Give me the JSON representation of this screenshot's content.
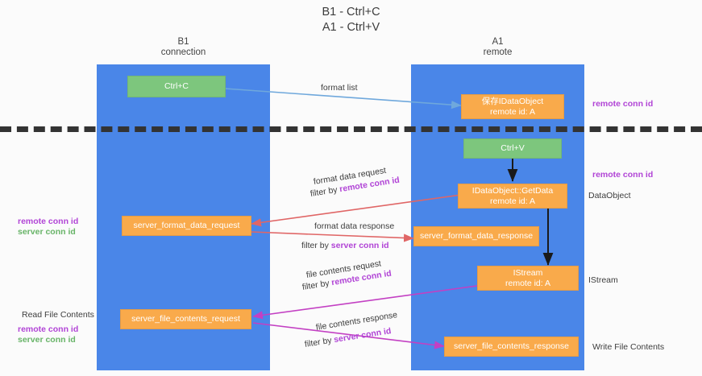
{
  "diagram": {
    "title_line1": "B1 - Ctrl+C",
    "title_line2": "A1 - Ctrl+V",
    "columns": [
      {
        "id": "b1",
        "name": "B1",
        "sub": "connection"
      },
      {
        "id": "a1",
        "name": "A1",
        "sub": "remote"
      }
    ],
    "colors": {
      "lane": "#4a86e8",
      "node_orange": "#f9aa4b",
      "node_green": "#7dc67d",
      "purple": "#b144d6",
      "green_text": "#68b468",
      "arrow_blue": "#6fa8dc",
      "arrow_red": "#e06666",
      "arrow_magenta": "#c340c3",
      "arrow_black": "#1a1a1a",
      "divider": "#333333",
      "background": "#fbfbfb"
    }
  },
  "nodes": [
    {
      "id": "ctrl-c",
      "kind": "green",
      "line1": "Ctrl+C",
      "line2": ""
    },
    {
      "id": "save-idataobject",
      "kind": "orange",
      "line1": "保存IDataObject",
      "line2": "remote id: A"
    },
    {
      "id": "ctrl-v",
      "kind": "green",
      "line1": "Ctrl+V",
      "line2": ""
    },
    {
      "id": "idataobject-getdata",
      "kind": "orange",
      "line1": "IDataObject::GetData",
      "line2": "remote id: A"
    },
    {
      "id": "server-format-data-request",
      "kind": "orange",
      "line1": "server_format_data_request",
      "line2": ""
    },
    {
      "id": "server-format-data-response",
      "kind": "orange",
      "line1": "server_format_data_response",
      "line2": ""
    },
    {
      "id": "istream",
      "kind": "orange",
      "line1": "IStream",
      "line2": "remote id: A"
    },
    {
      "id": "server-file-contents-request",
      "kind": "orange",
      "line1": "server_file_contents_request",
      "line2": ""
    },
    {
      "id": "server-file-contents-response",
      "kind": "orange",
      "line1": "server_file_contents_response",
      "line2": ""
    }
  ],
  "edge_labels": {
    "format_list": "format list",
    "format_data_request": "format data request",
    "filter_by_prefix": "filter by ",
    "remote_conn_id": "remote conn id",
    "server_conn_id": "server conn id",
    "format_data_response": "format data response",
    "file_contents_request": "file contents request",
    "file_contents_response": "file contents response"
  },
  "annotations": {
    "right_top_remote": "remote conn id",
    "right_mid_remote": "remote conn id",
    "right_dataobject": "DataObject",
    "right_istream": "IStream",
    "right_write_file": "Write File Contents",
    "left_remote": "remote conn id",
    "left_server": "server conn id",
    "left_read_file": "Read File Contents",
    "left_read_remote": "remote conn id",
    "left_read_server": "server conn id"
  }
}
